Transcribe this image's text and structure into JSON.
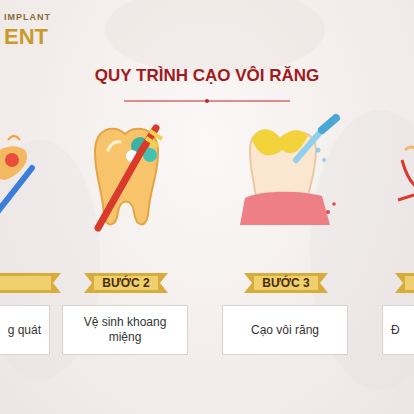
{
  "diagram": {
    "title": "QUY TRÌNH CẠO VÔI RĂNG",
    "nodes": [
      {
        "text": [
          "g quát"
        ]
      },
      {
        "text": [
          "BƯỚC 2",
          "Vệ sinh khoang miệng"
        ]
      },
      {
        "text": [
          "BƯỚC 3",
          "Cạo vôi răng"
        ]
      },
      {
        "text": [
          "Đ"
        ]
      }
    ],
    "labels": [
      "IMPLANT",
      "ENT"
    ]
  }
}
